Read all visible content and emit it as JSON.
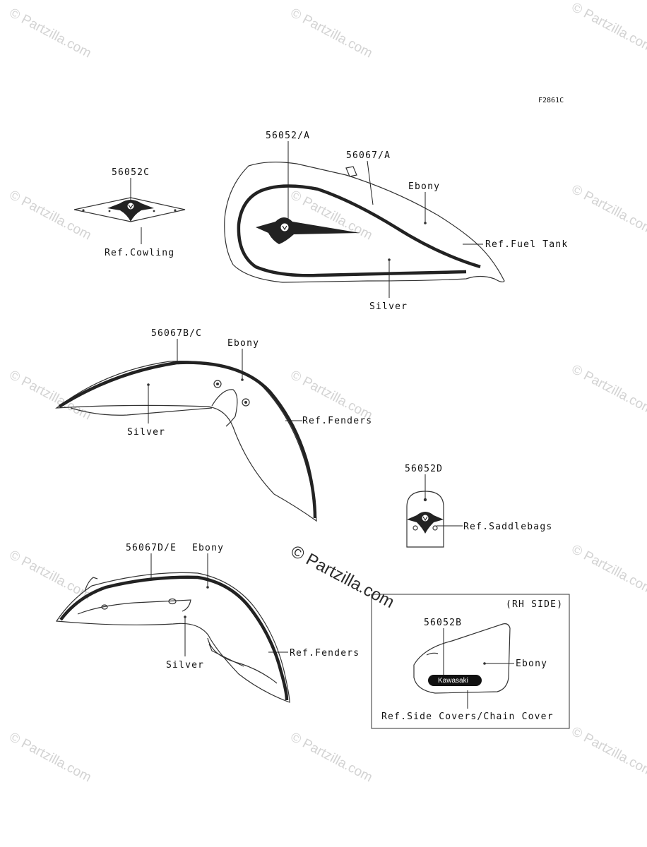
{
  "figure_code": "F2861C",
  "watermark_text": "© Partzilla.com",
  "center_watermark": "© Partzilla.com",
  "badge_text": "Kawasaki",
  "colors": {
    "line": "#333333",
    "watermark": "#d3d3d3",
    "background": "#ffffff"
  },
  "parts": {
    "cowling": {
      "part_no": "56052C",
      "ref": "Ref.Cowling"
    },
    "tank": {
      "part_no_emblem": "56052/A",
      "part_no_stripe": "56067/A",
      "upper_color": "Ebony",
      "lower_color": "Silver",
      "ref": "Ref.Fuel Tank"
    },
    "front_fender": {
      "part_no": "56067B/C",
      "upper_color": "Ebony",
      "lower_color": "Silver",
      "ref": "Ref.Fenders"
    },
    "saddlebag": {
      "part_no": "56052D",
      "ref": "Ref.Saddlebags"
    },
    "rear_fender": {
      "part_no": "56067D/E",
      "upper_color": "Ebony",
      "lower_color": "Silver",
      "ref": "Ref.Fenders"
    },
    "side_cover": {
      "side_note": "(RH SIDE)",
      "part_no": "56052B",
      "color": "Ebony",
      "ref": "Ref.Side Covers/Chain Cover"
    }
  }
}
